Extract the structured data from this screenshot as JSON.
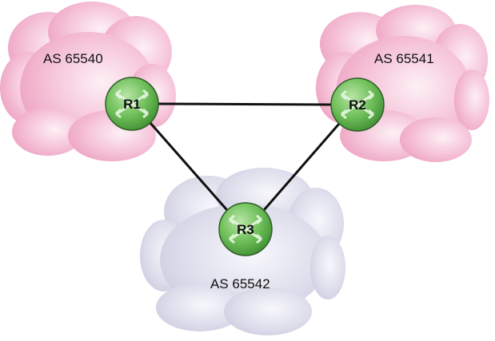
{
  "diagram": {
    "autonomous_systems": [
      {
        "id": "as1",
        "label": "AS 65540",
        "color": "#f4b6d0"
      },
      {
        "id": "as2",
        "label": "AS 65541",
        "color": "#f4b6d0"
      },
      {
        "id": "as3",
        "label": "AS 65542",
        "color": "#d8d8ea"
      }
    ],
    "routers": [
      {
        "id": "R1",
        "label": "R1",
        "as": "AS 65540"
      },
      {
        "id": "R2",
        "label": "R2",
        "as": "AS 65541"
      },
      {
        "id": "R3",
        "label": "R3",
        "as": "AS 65542"
      }
    ],
    "links": [
      {
        "from": "R1",
        "to": "R2"
      },
      {
        "from": "R1",
        "to": "R3"
      },
      {
        "from": "R2",
        "to": "R3"
      }
    ],
    "router_color": "#6fbf5a",
    "link_color": "#111111"
  }
}
